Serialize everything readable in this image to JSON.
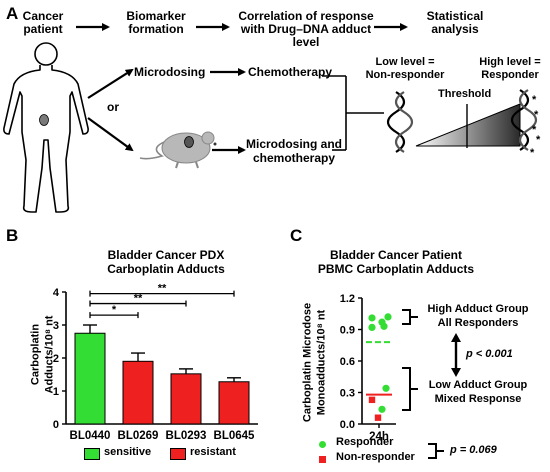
{
  "panel_a": {
    "letter": "A",
    "steps": [
      "Cancer\npatient",
      "Biomarker\nformation",
      "Correlation of response\nwith Drug–DNA adduct level",
      "Statistical\nanalysis"
    ],
    "or_label": "or",
    "microdosing": "Microdosing",
    "chemotherapy": "Chemotherapy",
    "micro_and_chemo": "Microdosing and\nchemotherapy",
    "low_level": "Low level =\nNon-responder",
    "high_level": "High level =\nResponder",
    "threshold": "Threshold"
  },
  "panel_b": {
    "letter": "B",
    "title_line1": "Bladder Cancer PDX",
    "title_line2": "Carboplatin Adducts",
    "ylabel_line1": "Carboplatin",
    "ylabel_line2": "Adducts/10⁸ nt",
    "sig": [
      "*",
      "**",
      "**"
    ],
    "legend": [
      "sensitive",
      "resistant"
    ],
    "colors": {
      "sensitive": "#33dd33",
      "resistant": "#ee2020"
    }
  },
  "panel_c": {
    "letter": "C",
    "title_line1": "Bladder Cancer Patient",
    "title_line2": "PBMC Carboplatin Adducts",
    "ylabel_line1": "Carboplatin Microdose",
    "ylabel_line2": "Monoadducts/10⁸ nt",
    "xlabel": "24h",
    "high_group_line1": "High Adduct Group",
    "high_group_line2": "All Responders",
    "low_group_line1": "Low Adduct Group",
    "low_group_line2": "Mixed Response",
    "p_main": "p < 0.001",
    "p_legend": "p = 0.069",
    "legend": [
      "Responder",
      "Non-responder"
    ],
    "colors": {
      "responder": "#33dd33",
      "non_responder": "#ee2020"
    }
  },
  "chart_data": [
    {
      "type": "bar",
      "categories": [
        "BL0440",
        "BL0269",
        "BL0293",
        "BL0645"
      ],
      "values": [
        2.75,
        1.9,
        1.52,
        1.28
      ],
      "errors": [
        0.25,
        0.25,
        0.15,
        0.12
      ],
      "groups": [
        "sensitive",
        "resistant",
        "resistant",
        "resistant"
      ],
      "title": "Bladder Cancer PDX\nCarboplatin Adducts",
      "xlabel": "",
      "ylabel": "Carboplatin Adducts/10⁸ nt",
      "ylim": [
        0,
        4
      ],
      "yticks": [
        0,
        1,
        2,
        3,
        4
      ]
    },
    {
      "type": "scatter",
      "categories": [
        "24h"
      ],
      "series": [
        {
          "name": "Responder",
          "values": [
            1.01,
            0.97,
            1.02,
            0.92,
            0.93,
            0.34,
            0.14
          ]
        },
        {
          "name": "Non-responder",
          "values": [
            0.23,
            0.06
          ]
        }
      ],
      "group_means": {
        "high": 0.78,
        "low": 0.28
      },
      "title": "Bladder Cancer Patient\nPBMC Carboplatin Adducts",
      "xlabel": "24h",
      "ylabel": "Carboplatin Microdose Monoadducts/10⁸ nt",
      "ylim": [
        0,
        1.2
      ],
      "yticks": [
        0.0,
        0.3,
        0.6,
        0.9,
        1.2
      ]
    }
  ]
}
